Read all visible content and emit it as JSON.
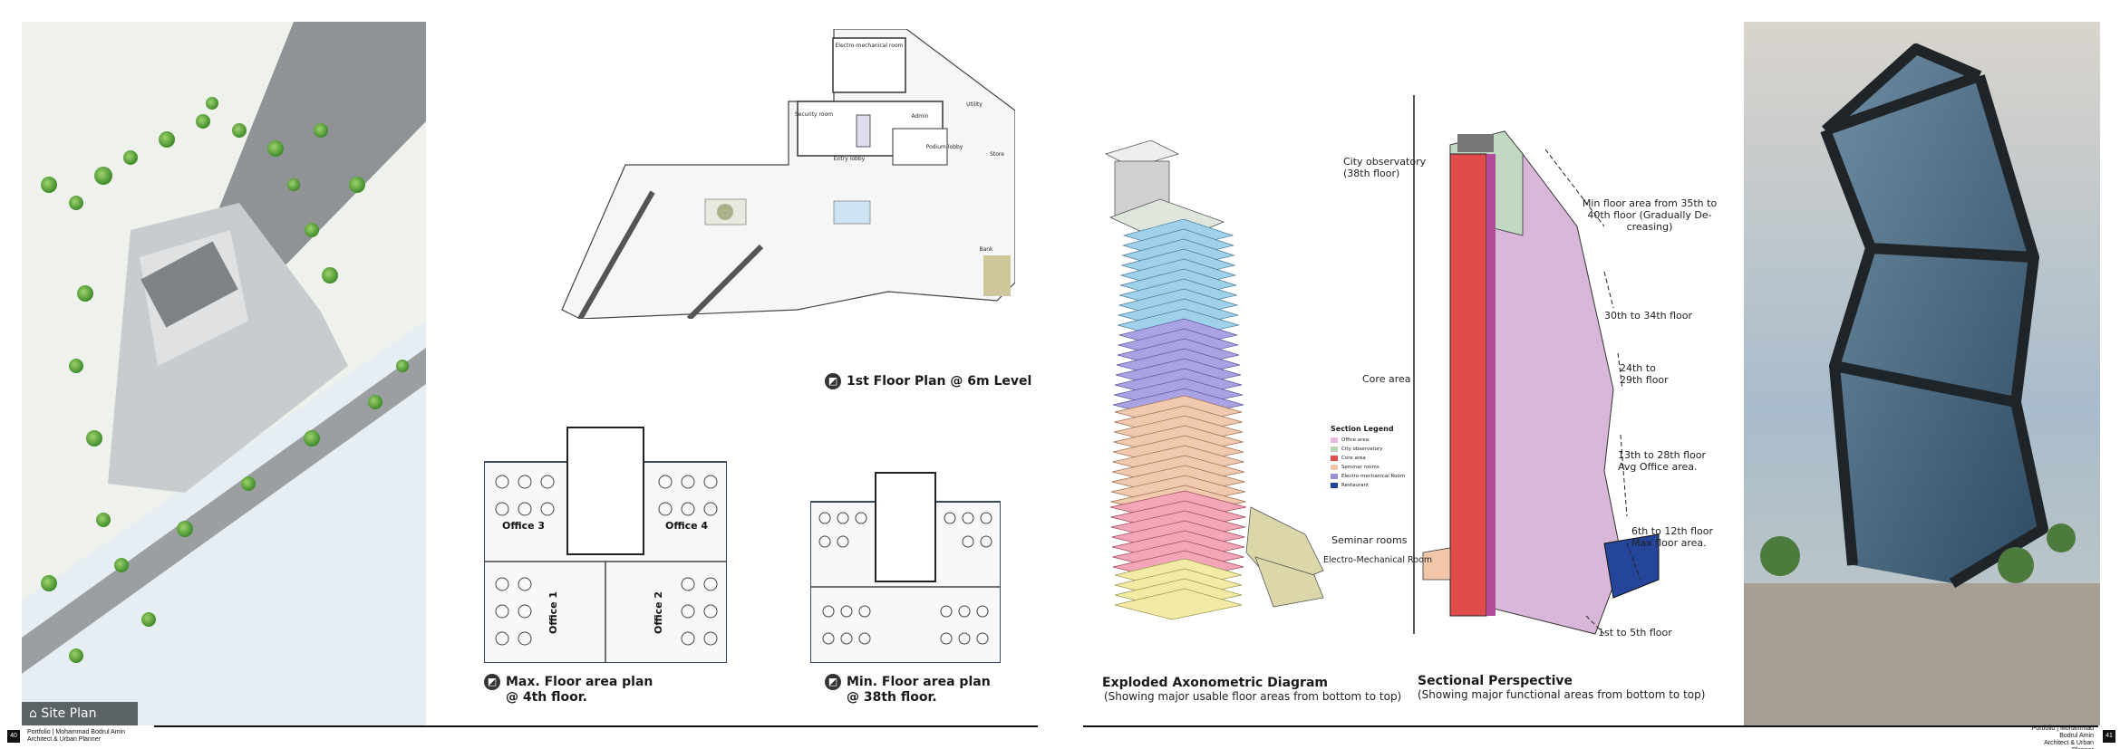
{
  "site_plan": {
    "badge_label": "Site Plan"
  },
  "plans": {
    "first_floor": {
      "caption": "1st Floor Plan @ 6m Level",
      "rooms": [
        "Electro-mechanical room",
        "Utility",
        "Security room",
        "Admin",
        "Podium lobby",
        "Store",
        "Entry lobby",
        "Bank"
      ]
    },
    "max_floor": {
      "caption_line1": "Max. Floor area plan",
      "caption_line2": "@ 4th floor.",
      "rooms": [
        "Office 3",
        "Office 4",
        "Office 1",
        "Office 2"
      ]
    },
    "min_floor": {
      "caption_line1": "Min. Floor area plan",
      "caption_line2": "@ 38th floor."
    }
  },
  "exploded": {
    "title": "Exploded Axonometric Diagram",
    "subtitle": "(Showing major usable floor areas from bottom to top)"
  },
  "section": {
    "title": "Sectional Perspective",
    "subtitle": "(Showing major functional areas from bottom to top)",
    "labels": {
      "city_obs": "City observatory (38th floor)",
      "core": "Core area",
      "seminar": "Seminar rooms",
      "electro": "Electro-Mechanical Room",
      "min_floor": "Min floor area from 35th to 40th floor (Gradually De-creasing)",
      "f30_34": "30th to 34th floor",
      "f24_29": "24th to 29th floor",
      "f13_28": "13th to 28th floor Avg Office area.",
      "f6_12": "6th to 12th floor Max floor area.",
      "f1_5": "1st to 5th floor"
    },
    "legend": {
      "title": "Section Legend",
      "items": [
        {
          "label": "Office area",
          "color": "#e8b9d9"
        },
        {
          "label": "City observatory",
          "color": "#b7d4b0"
        },
        {
          "label": "Core area",
          "color": "#e04c4c"
        },
        {
          "label": "Seminar rooms",
          "color": "#f2c6a8"
        },
        {
          "label": "Electro-mechanical Room",
          "color": "#9c8fd6"
        },
        {
          "label": "Restaurant",
          "color": "#24459a"
        }
      ]
    }
  },
  "footer": {
    "left_name": "Portfolio | Mohammad Bodrul Amin",
    "left_role": "Architect & Urban Planner",
    "left_page": "40",
    "right_name": "Portfolio | Mohammad Bodrul Amin",
    "right_role": "Architect & Urban Planner",
    "right_page": "41"
  }
}
